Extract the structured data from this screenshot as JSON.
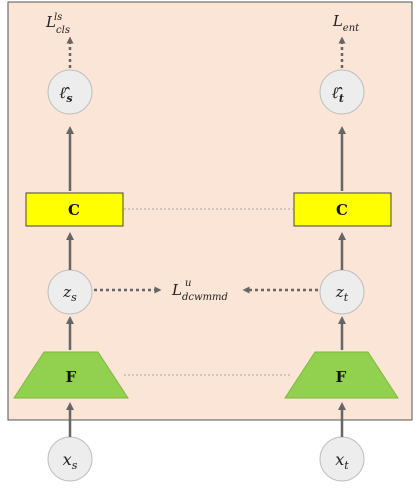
{
  "panel": {
    "background": "#fbe5d6",
    "border": "#555555"
  },
  "colors": {
    "classifier_fill": "#ffff00",
    "feature_fill": "#92d050",
    "node_fill": "#ededed",
    "node_stroke": "#bfbfbf",
    "arrow": "#666666"
  },
  "source": {
    "input": {
      "base": "x",
      "sub": "s"
    },
    "feature": {
      "base": "z",
      "sub": "s"
    },
    "prediction": {
      "base": "ℓ̂",
      "sub": "s"
    },
    "loss": {
      "base": "L",
      "sub": "cls",
      "sup": "ls"
    }
  },
  "target": {
    "input": {
      "base": "x",
      "sub": "t"
    },
    "feature": {
      "base": "z",
      "sub": "t"
    },
    "prediction": {
      "base": "ℓ̂",
      "sub": "t"
    },
    "loss": {
      "base": "L",
      "sub": "ent"
    }
  },
  "blocks": {
    "extractor": "F",
    "classifier": "C"
  },
  "alignment_loss": {
    "base": "L",
    "sub": "dcwmmd",
    "sup": "u"
  }
}
